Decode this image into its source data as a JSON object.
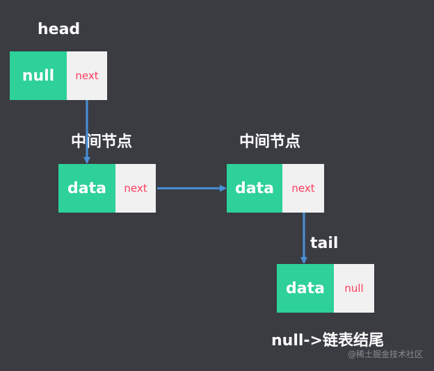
{
  "head_label": "head",
  "tail_label": "tail",
  "middle_label_1": "中间节点",
  "middle_label_2": "中间节点",
  "end_caption": "null->链表结尾",
  "watermark": "@稀土掘金技术社区",
  "nodes": {
    "head": {
      "value": "null",
      "pointer": "next"
    },
    "middle1": {
      "value": "data",
      "pointer": "next"
    },
    "middle2": {
      "value": "data",
      "pointer": "next"
    },
    "tail": {
      "value": "data",
      "pointer": "null"
    }
  },
  "colors": {
    "background": "#3a3c42",
    "data_cell": "#2ed199",
    "pointer_cell": "#f1f1f1",
    "pointer_text": "#ff3a5c",
    "arrow": "#4a90d9"
  }
}
